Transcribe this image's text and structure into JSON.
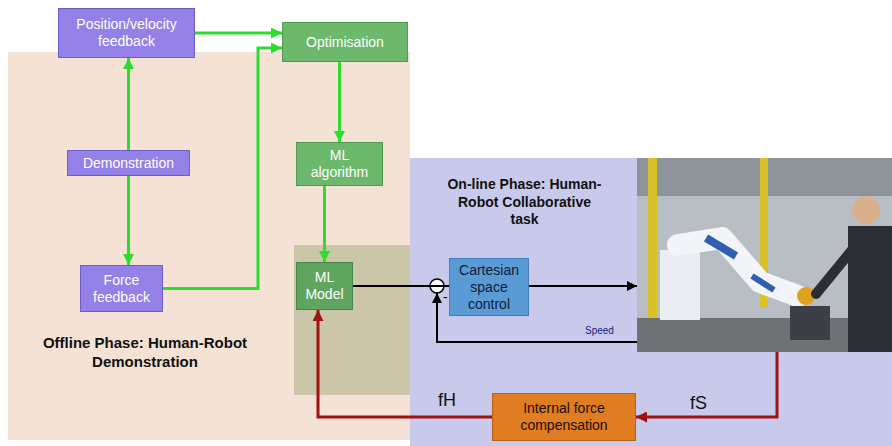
{
  "diagram": {
    "nodes": [
      {
        "text": [
          "Position/velocity feedback"
        ]
      },
      {
        "text": [
          "Optimisation"
        ]
      },
      {
        "text": [
          "Offline Phase: Human-Robot Demonstration"
        ]
      },
      {
        "text": [
          "Demonstration"
        ],
        "in": 2
      },
      {
        "text": [
          "ML algorithm"
        ],
        "in": 2
      },
      {
        "text": [
          "Force feedback"
        ],
        "in": 2
      },
      {
        "text": [
          "ML Model"
        ],
        "in": 2
      },
      {
        "text": [
          "On-line Phase: Human-Robot Collaborative task"
        ]
      },
      {
        "text": [
          "Cartesian space control"
        ],
        "in": 7
      },
      {
        "text": [
          "Internal force compensation"
        ],
        "in": 7
      }
    ],
    "edges": [
      {
        "from": 3,
        "to": 0,
        "arrow": "to"
      },
      {
        "from": 3,
        "to": 5,
        "arrow": "to"
      },
      {
        "from": 0,
        "to": 1,
        "arrow": "to"
      },
      {
        "from": 5,
        "to": 1,
        "arrow": "to"
      },
      {
        "from": 1,
        "to": 4,
        "arrow": "to"
      },
      {
        "from": 4,
        "to": 6,
        "arrow": "to"
      },
      {
        "from": 6,
        "to": 8,
        "label": "Speed",
        "arrow": "none"
      },
      {
        "from": 9,
        "to": 6,
        "label": "fH",
        "arrow": "to"
      }
    ],
    "labels": [
      "-",
      "Speed",
      "fS"
    ]
  }
}
